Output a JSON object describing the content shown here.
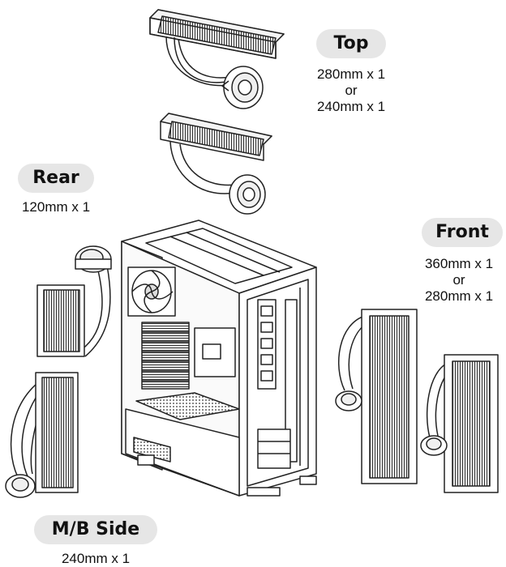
{
  "labels": {
    "top": {
      "title": "Top",
      "line1": "280mm x 1",
      "line2": "or",
      "line3": "240mm x 1"
    },
    "rear": {
      "title": "Rear",
      "line1": "120mm x 1"
    },
    "front": {
      "title": "Front",
      "line1": "360mm x 1",
      "line2": "or",
      "line3": "280mm x 1"
    },
    "mb_side": {
      "title": "M/B Side",
      "line1": "240mm x 1"
    }
  },
  "colors": {
    "line": "#222222",
    "fin": "#555555",
    "label_bg": "#e6e6e6"
  }
}
